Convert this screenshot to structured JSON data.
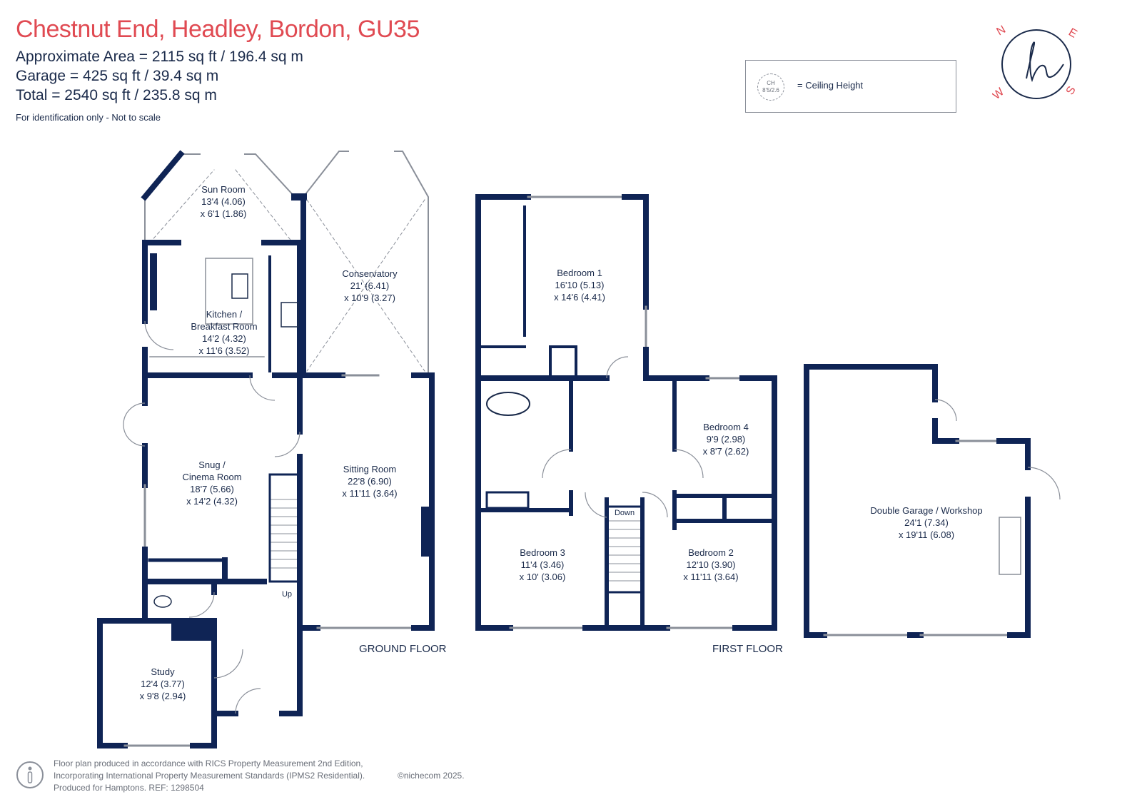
{
  "header": {
    "title": "Chestnut End, Headley, Bordon, GU35",
    "approx_area": "Approximate Area = 2115 sq ft / 196.4 sq m",
    "garage_area": "Garage = 425 sq ft / 39.4 sq m",
    "total_area": "Total = 2540 sq ft / 235.8 sq m",
    "note": "For identification only - Not to scale"
  },
  "legend": {
    "ch_line1": "CH",
    "ch_line2": "8'5/2.6",
    "label": "= Ceiling Height"
  },
  "compass": {
    "n": "N",
    "e": "E",
    "s": "S",
    "w": "W",
    "logo": "h"
  },
  "floors": {
    "ground": "GROUND FLOOR",
    "first": "FIRST FLOOR"
  },
  "rooms": {
    "sun_room": [
      "Sun Room",
      "13'4 (4.06)",
      "x 6'1 (1.86)"
    ],
    "conservatory": [
      "Conservatory",
      "21' (6.41)",
      "x 10'9 (3.27)"
    ],
    "kitchen": [
      "Kitchen /",
      "Breakfast Room",
      "14'2 (4.32)",
      "x 11'6 (3.52)"
    ],
    "snug": [
      "Snug /",
      "Cinema Room",
      "18'7 (5.66)",
      "x 14'2 (4.32)"
    ],
    "sitting": [
      "Sitting Room",
      "22'8 (6.90)",
      "x 11'11 (3.64)"
    ],
    "study": [
      "Study",
      "12'4 (3.77)",
      "x 9'8 (2.94)"
    ],
    "bed1": [
      "Bedroom 1",
      "16'10 (5.13)",
      "x 14'6 (4.41)"
    ],
    "bed2": [
      "Bedroom 2",
      "12'10 (3.90)",
      "x 11'11 (3.64)"
    ],
    "bed3": [
      "Bedroom 3",
      "11'4 (3.46)",
      "x 10' (3.06)"
    ],
    "bed4": [
      "Bedroom 4",
      "9'9 (2.98)",
      "x 8'7 (2.62)"
    ],
    "garage": [
      "Double Garage / Workshop",
      "24'1 (7.34)",
      "x 19'11 (6.08)"
    ]
  },
  "stairs": {
    "up": "Up",
    "down": "Down"
  },
  "footer": {
    "line1": "Floor plan produced in accordance with RICS Property Measurement 2nd Edition,",
    "line2": "Incorporating International Property Measurement Standards (IPMS2 Residential).",
    "line3": "Produced for Hamptons.   REF:  1298504",
    "copyright": "©nichecom 2025."
  },
  "colors": {
    "wall": "#0f2455",
    "title": "#e04a52",
    "text": "#1a2a4a",
    "glass": "#8a8f99"
  }
}
